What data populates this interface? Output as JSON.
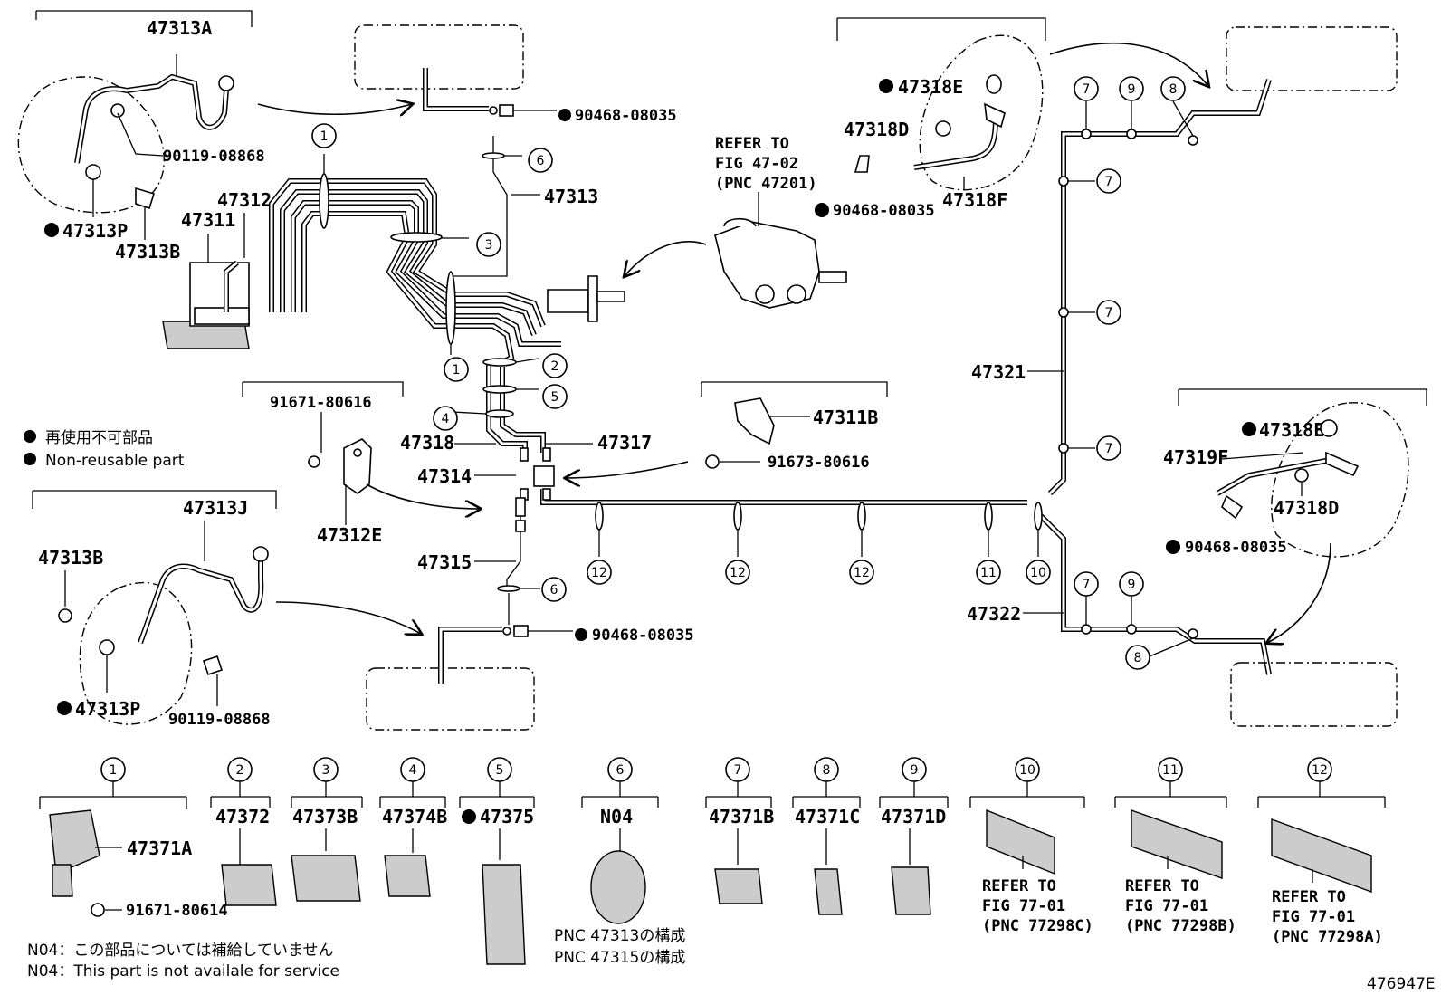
{
  "diagram_id": "476947E",
  "labels": {
    "p47313A": "47313A",
    "p90119_top": "90119-08868",
    "p47313P_top": "47313P",
    "p47313B_top": "47313B",
    "p47312": "47312",
    "p47311": "47311",
    "p90468_top": "90468-08035",
    "p47313": "47313",
    "refer_mc_1": "REFER TO",
    "refer_mc_2": "FIG 47-02",
    "refer_mc_3": "(PNC 47201)",
    "p47318E_tr": "47318E",
    "p47318D_tr": "47318D",
    "p90468_tr": "90468-08035",
    "p47318F": "47318F",
    "p47321": "47321",
    "p47322": "47322",
    "p47318E_r": "47318E",
    "p47319F": "47319F",
    "p47318D_r": "47318D",
    "p90468_r": "90468-08035",
    "p91671_80616": "91671-80616",
    "p47312E": "47312E",
    "p47311B": "47311B",
    "p91673_80616": "91673-80616",
    "p47318": "47318",
    "p47317": "47317",
    "p47314": "47314",
    "p47315": "47315",
    "p90468_bot": "90468-08035",
    "p47313J": "47313J",
    "p47313B_bot": "47313B",
    "p47313P_bot": "47313P",
    "p90119_bot": "90119-08868",
    "legend_jp": "再使用不可部品",
    "legend_en": "Non-reusable part",
    "n04_jp": "N04：この部品については補給していません",
    "n04_en": "N04：This part is not availale for service"
  },
  "callouts": {
    "c1": "1",
    "c2": "2",
    "c3": "3",
    "c4": "4",
    "c5": "5",
    "c6": "6",
    "c7": "7",
    "c8": "8",
    "c9": "9",
    "c10": "10",
    "c11": "11",
    "c12": "12"
  },
  "clamps": [
    {
      "num": "1",
      "part": "47371A",
      "extra": "91671-80614"
    },
    {
      "num": "2",
      "part": "47372"
    },
    {
      "num": "3",
      "part": "47373B"
    },
    {
      "num": "4",
      "part": "47374B"
    },
    {
      "num": "5",
      "part": "47375"
    },
    {
      "num": "6",
      "part": "N04",
      "pnc1": "PNC 47313の構成",
      "pnc2": "PNC 47315の構成"
    },
    {
      "num": "7",
      "part": "47371B"
    },
    {
      "num": "8",
      "part": "47371C"
    },
    {
      "num": "9",
      "part": "47371D"
    },
    {
      "num": "10",
      "refer1": "REFER TO",
      "refer2": "FIG 77-01",
      "refer3": "(PNC 77298C)"
    },
    {
      "num": "11",
      "refer1": "REFER TO",
      "refer2": "FIG 77-01",
      "refer3": "(PNC 77298B)"
    },
    {
      "num": "12",
      "refer1": "REFER TO",
      "refer2": "FIG 77-01",
      "refer3": "(PNC 77298A)"
    }
  ]
}
